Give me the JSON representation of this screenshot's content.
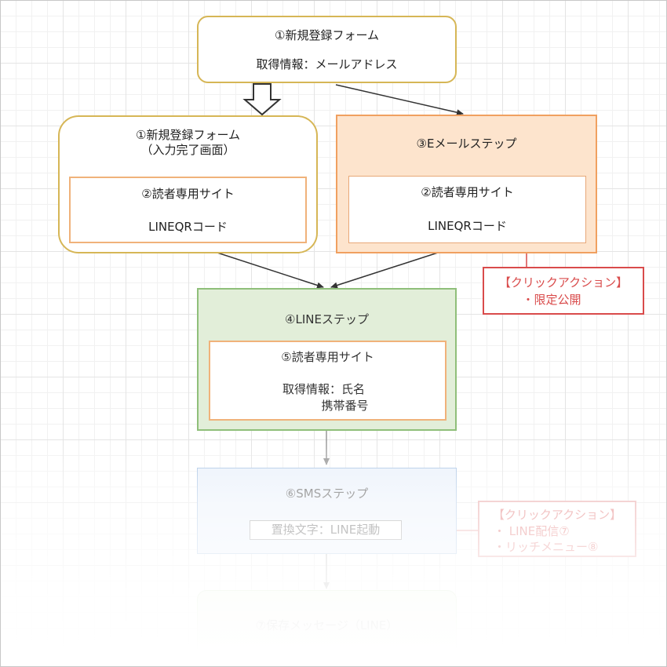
{
  "nodes": {
    "form_top": {
      "title": "①新規登録フォーム",
      "info": "取得情報：メールアドレス"
    },
    "form_done": {
      "title_line1": "①新規登録フォーム",
      "title_line2": "（入力完了画面）"
    },
    "form_done_site": {
      "title": "②読者専用サイト",
      "sub": "LINEQRコード"
    },
    "email_step": {
      "title": "③Eメールステップ"
    },
    "email_site": {
      "title": "②読者専用サイト",
      "sub": "LINEQRコード"
    },
    "click_action_1": {
      "title": "【クリックアクション】",
      "item": "・限定公開"
    },
    "line_step": {
      "title": "④LINEステップ"
    },
    "line_site": {
      "title": "⑤読者専用サイト",
      "info_label": "取得情報：氏名",
      "info_line2": "携帯番号"
    },
    "sms_step": {
      "title": "⑥SMSステップ"
    },
    "sms_replace": {
      "text": "置換文字：LINE起動"
    },
    "click_action_2": {
      "title": "【クリックアクション】",
      "item1": "・ LINE配信⑦",
      "item2": "・リッチメニュー⑧"
    },
    "save_message": {
      "title": "⑦保存メッセージ（LINE）"
    }
  },
  "colors": {
    "yellow_stroke": "#d6b656",
    "orange_stroke": "#f0a060",
    "orange_fill": "#fde4cd",
    "green_stroke": "#8fbf7a",
    "green_fill": "#e2eed9",
    "blue_stroke": "#a9c4e4",
    "blue_fill": "#eaf1fb",
    "red": "#d94b4b",
    "arrow": "#333333"
  }
}
